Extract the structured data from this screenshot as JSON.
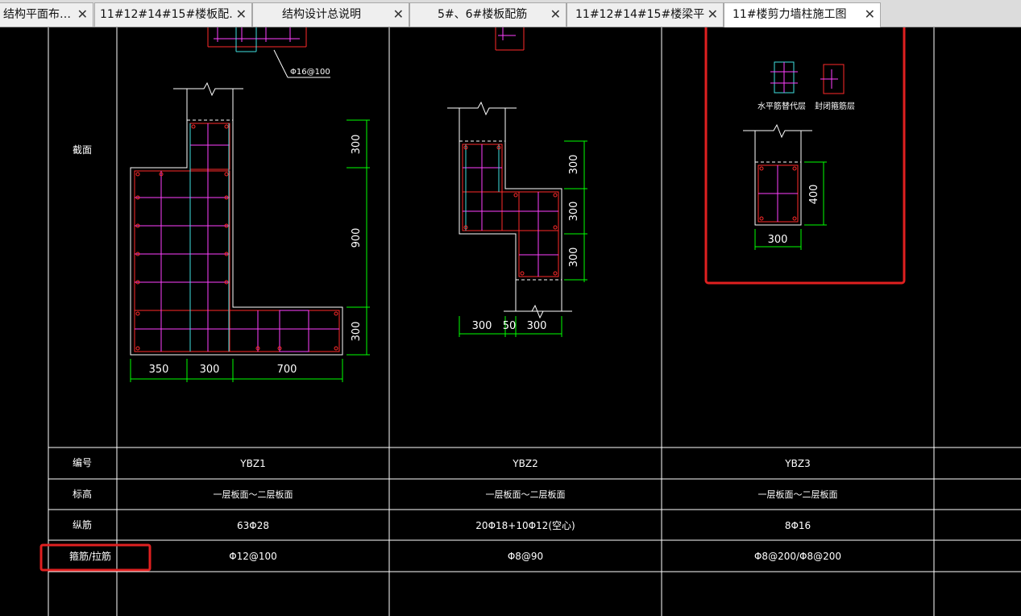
{
  "tabs": [
    {
      "label": "结构平面布…",
      "active": false
    },
    {
      "label": "11#12#14#15#楼板配…",
      "active": false
    },
    {
      "label": "结构设计总说明",
      "active": false
    },
    {
      "label": "5#、6#楼板配筋",
      "active": false
    },
    {
      "label": "11#12#14#15#楼梁平…",
      "active": false
    },
    {
      "label": "11#楼剪力墙柱施工图",
      "active": true
    }
  ],
  "close_glyph": "✕",
  "drawing": {
    "row_labels": {
      "section": "截面",
      "id": "编号",
      "elevation": "标高",
      "long_bars": "纵筋",
      "stirrups": "箍筋/拉筋"
    },
    "columns": [
      {
        "id": "YBZ1",
        "elevation": "一层板面～二层板面",
        "long_bars": "63Φ28",
        "stirrups": "Φ12@100",
        "top_note": "Φ16@100",
        "dims_bottom": [
          "350",
          "300",
          "700"
        ],
        "dims_right": [
          "300",
          "900",
          "300"
        ]
      },
      {
        "id": "YBZ2",
        "elevation": "一层板面～二层板面",
        "long_bars": "20Φ18+10Φ12(空心)",
        "stirrups": "Φ8@90",
        "dims_bottom": [
          "300",
          "50",
          "300"
        ],
        "dims_right": [
          "300",
          "300",
          "300"
        ]
      },
      {
        "id": "YBZ3",
        "elevation": "一层板面～二层板面",
        "long_bars": "8Φ16",
        "stirrups": "Φ8@200/Φ8@200",
        "legend_horizontal": "水平筋替代层",
        "legend_closed": "封闭箍筋层",
        "dims_bottom": [
          "300"
        ],
        "dims_right": [
          "400"
        ]
      }
    ]
  },
  "colors": {
    "background": "#000000",
    "grid": "#ffffff",
    "concrete": "#ffffff",
    "rebar_red": "#ff2a2a",
    "rebar_magenta": "#ff40ff",
    "rebar_cyan": "#40e0e0",
    "dimension": "#00ff00",
    "highlight": "#e02020"
  }
}
